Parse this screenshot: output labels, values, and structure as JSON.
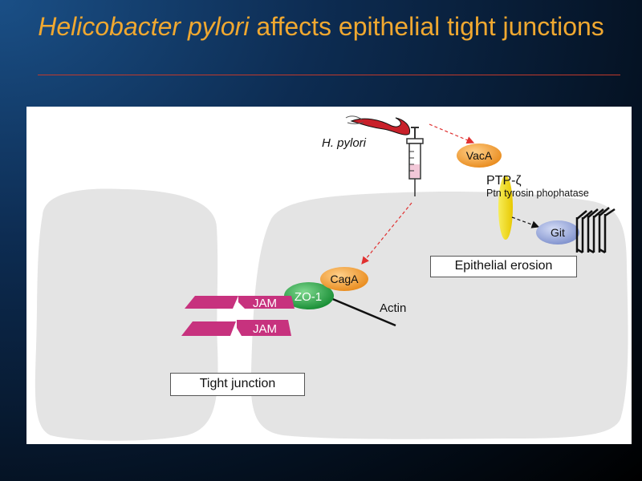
{
  "slide": {
    "title_italic": "Helicobacter pylori",
    "title_rest": " affects epithelial tight junctions"
  },
  "diagram": {
    "h_pylori": "H. pylori",
    "vaca": "VacA",
    "ptp": "PTP-ζ",
    "ptp_desc": "Ptn tyrosin phophatase",
    "git": "Git",
    "epithelial_erosion": "Epithelial erosion",
    "caga": "CagA",
    "zo1": "ZO-1",
    "actin": "Actin",
    "jam_top": "JAM",
    "jam_bottom": "JAM",
    "tight_junction": "Tight junction"
  },
  "colors": {
    "title": "#f0a830",
    "cell": "#e4e4e4",
    "vaca": "#f39c28",
    "caga": "#f39c28",
    "zo1": "#1e9a3c",
    "git": "#8e9fd6",
    "ptp": "#f2e21a",
    "jam": "#c7327e",
    "arrow": "#e03030"
  }
}
